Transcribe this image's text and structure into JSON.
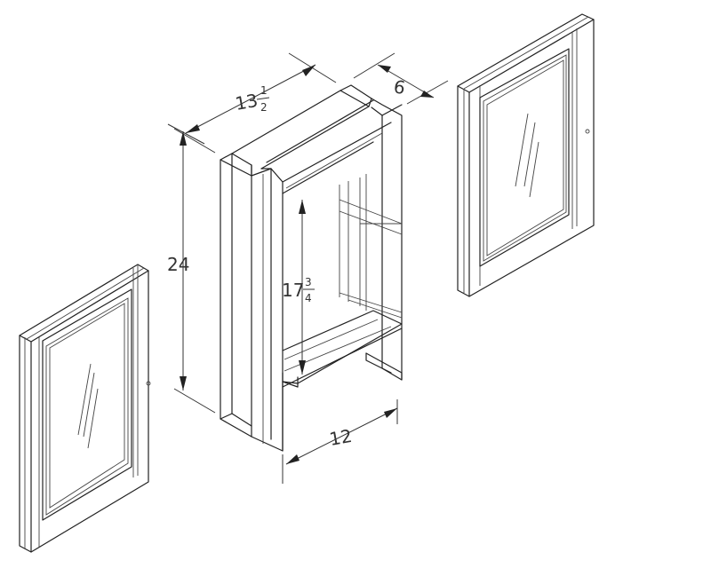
{
  "dimensions": {
    "depth_a": {
      "whole": "13",
      "numerator": "1",
      "denominator": "2"
    },
    "depth_b": "6",
    "height": "24",
    "inner_height": {
      "whole": "17",
      "numerator": "3",
      "denominator": "4"
    },
    "width": "12"
  },
  "colors": {
    "line": "#222222",
    "text": "#333333",
    "background": "#ffffff"
  }
}
